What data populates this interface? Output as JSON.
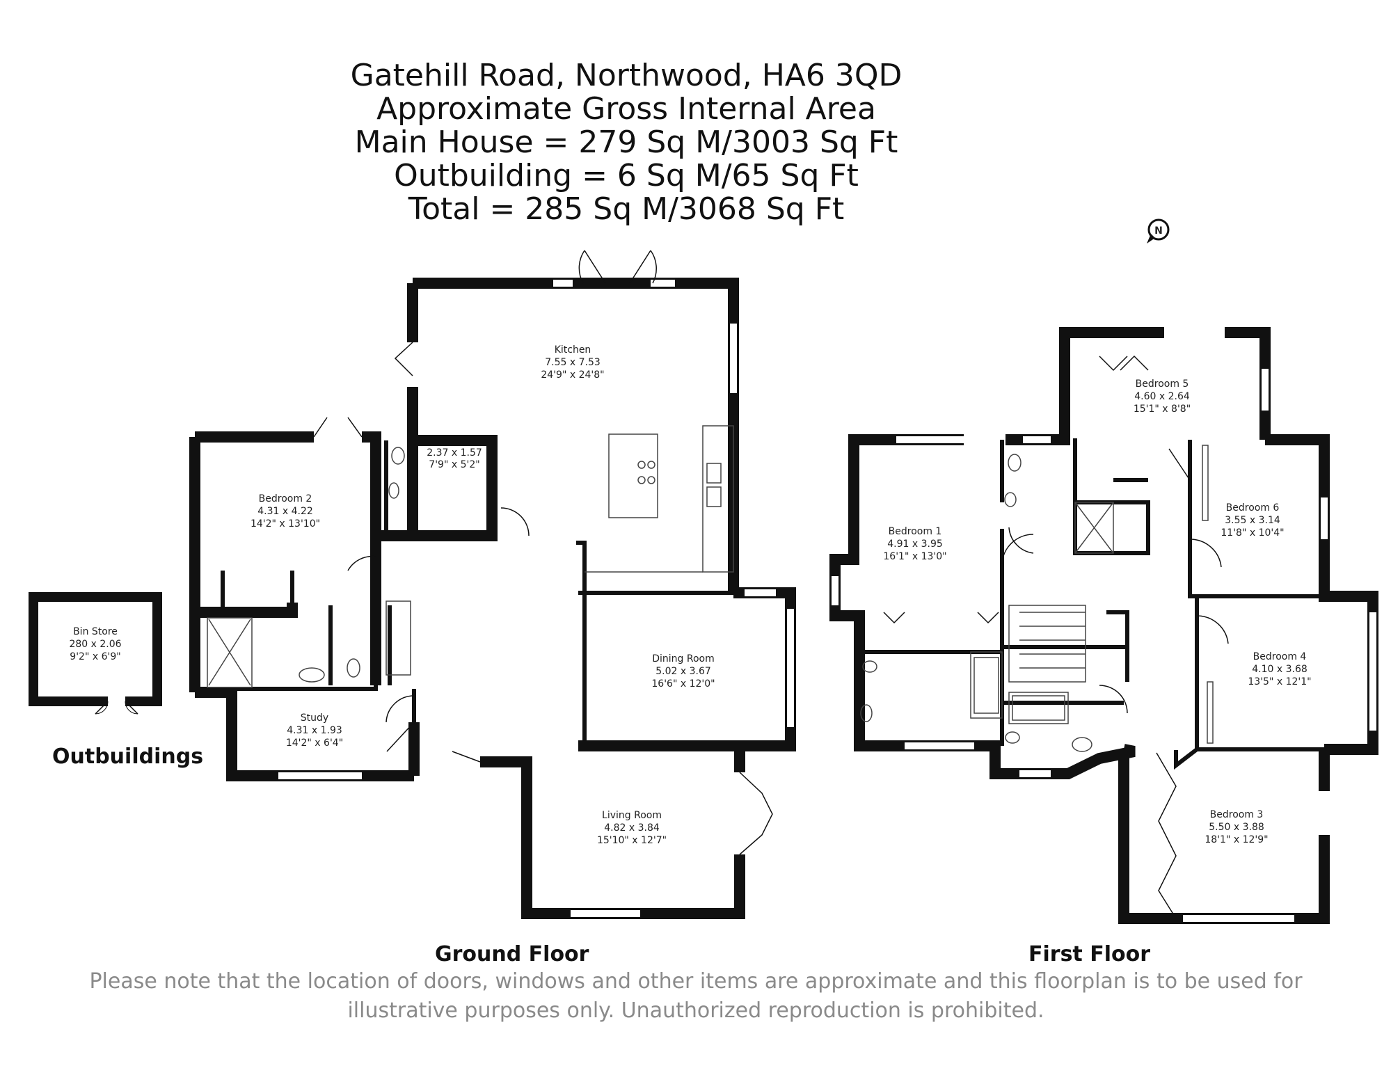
{
  "header": {
    "address": "Gatehill Road, Northwood, HA6 3QD",
    "subtitle": "Approximate Gross Internal Area",
    "main_house": "Main House = 279 Sq M/3003 Sq Ft",
    "outbuilding": "Outbuilding = 6 Sq M/65 Sq Ft",
    "total": "Total = 285 Sq M/3068 Sq Ft"
  },
  "labels": {
    "outbuildings": "Outbuildings",
    "ground_floor": "Ground Floor",
    "first_floor": "First Floor",
    "compass": "N"
  },
  "rooms": {
    "kitchen": {
      "name": "Kitchen",
      "metric": "7.55 x 7.53",
      "imperial": "24'9\" x 24'8\""
    },
    "utility": {
      "metric": "2.37 x 1.57",
      "imperial": "7'9\" x 5'2\""
    },
    "bedroom2": {
      "name": "Bedroom 2",
      "metric": "4.31 x 4.22",
      "imperial": "14'2\" x 13'10\""
    },
    "dining": {
      "name": "Dining Room",
      "metric": "5.02 x 3.67",
      "imperial": "16'6\" x 12'0\""
    },
    "study": {
      "name": "Study",
      "metric": "4.31 x 1.93",
      "imperial": "14'2\" x 6'4\""
    },
    "living": {
      "name": "Living Room",
      "metric": "4.82 x 3.84",
      "imperial": "15'10\" x 12'7\""
    },
    "binstore": {
      "name": "Bin Store",
      "metric": "280 x 2.06",
      "imperial": "9'2\" x 6'9\""
    },
    "bedroom1": {
      "name": "Bedroom 1",
      "metric": "4.91 x 3.95",
      "imperial": "16'1\" x 13'0\""
    },
    "bedroom5": {
      "name": "Bedroom 5",
      "metric": "4.60 x 2.64",
      "imperial": "15'1\" x 8'8\""
    },
    "bedroom6": {
      "name": "Bedroom 6",
      "metric": "3.55 x 3.14",
      "imperial": "11'8\" x 10'4\""
    },
    "bedroom4": {
      "name": "Bedroom 4",
      "metric": "4.10 x 3.68",
      "imperial": "13'5\" x 12'1\""
    },
    "bedroom3": {
      "name": "Bedroom 3",
      "metric": "5.50 x 3.88",
      "imperial": "18'1\" x 12'9\""
    }
  },
  "disclaimer": "Please note that the location of doors, windows and other items are approximate and this floorplan is to be used for illustrative purposes only. Unauthorized reproduction is prohibited.",
  "colors": {
    "wall": "#111111",
    "text": "#222222",
    "disclaimer": "#8a8a8a"
  }
}
